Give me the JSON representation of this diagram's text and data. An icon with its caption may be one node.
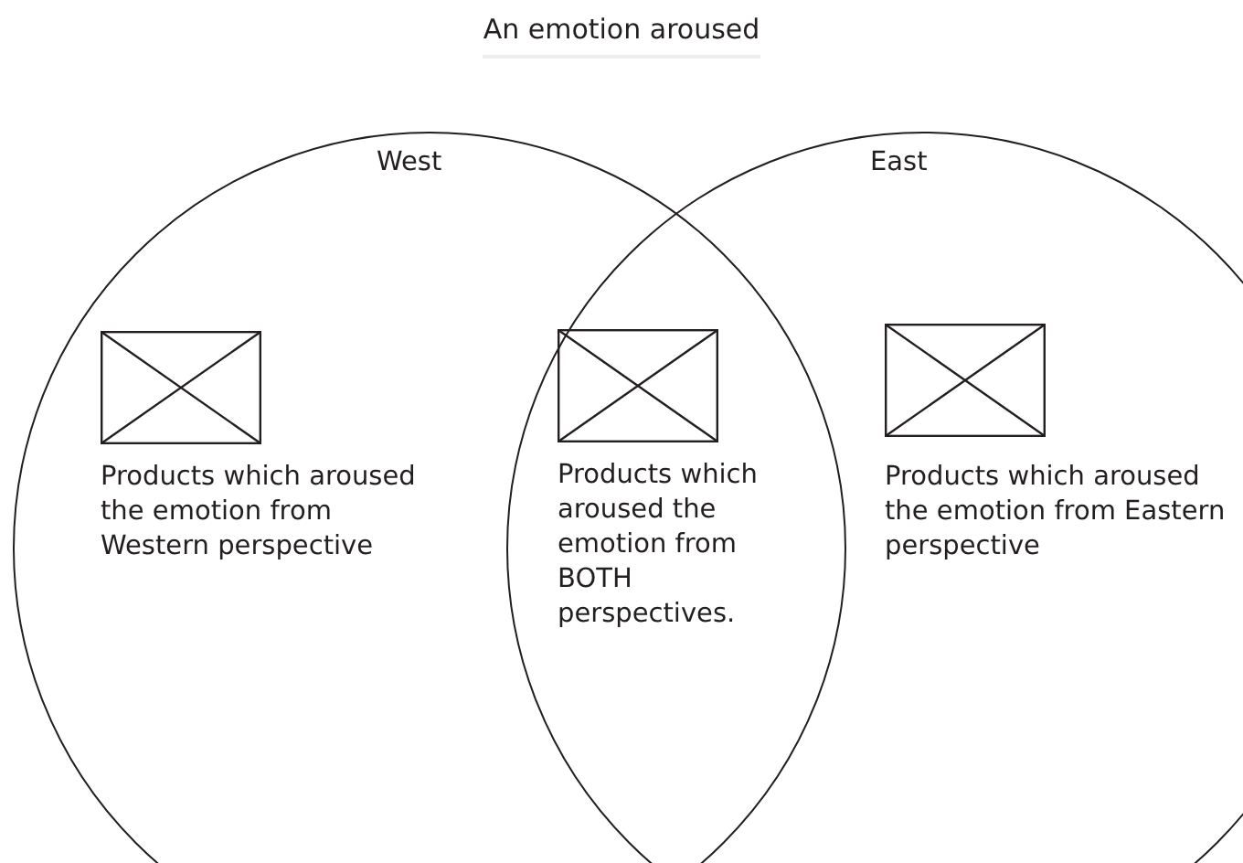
{
  "diagram": {
    "title": "An emotion aroused",
    "nodes": [
      {
        "text": [
          "West",
          "Products which aroused the emotion from Western perspective"
        ]
      },
      {
        "text": [
          "East",
          "Products which aroused the emotion from Eastern perspective"
        ]
      }
    ],
    "labels": [
      "Products which aroused the emotion from BOTH perspectives."
    ]
  }
}
